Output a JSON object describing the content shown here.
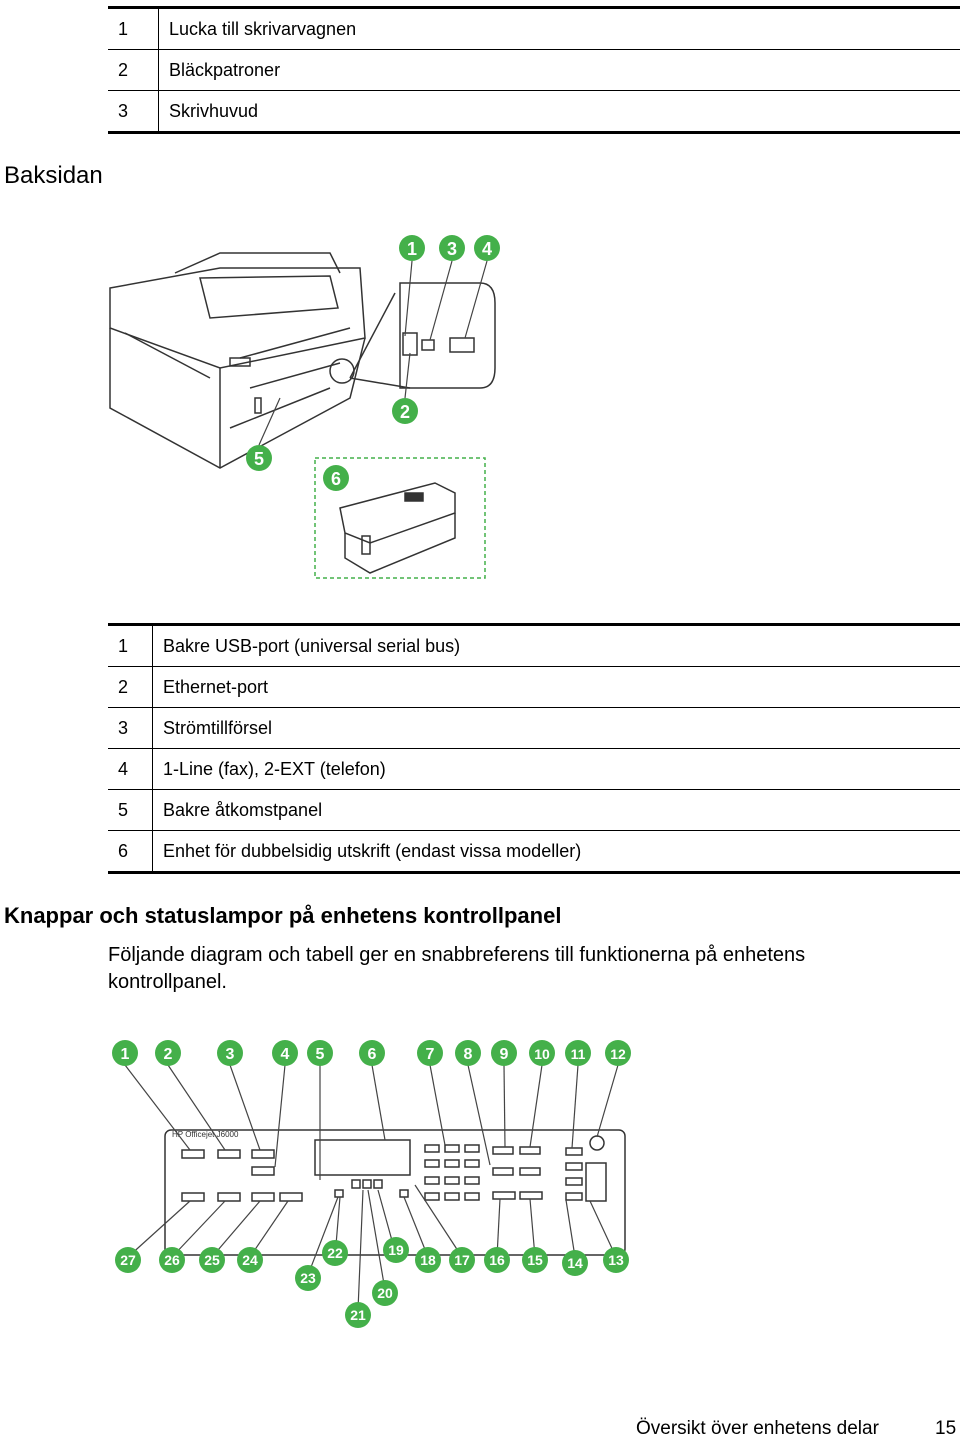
{
  "top_table": {
    "rows": [
      {
        "num": "1",
        "label": "Lucka till skrivarvagnen"
      },
      {
        "num": "2",
        "label": "Bläckpatroner"
      },
      {
        "num": "3",
        "label": "Skrivhuvud"
      }
    ]
  },
  "back_section": {
    "heading": "Baksidan",
    "figure_callouts": [
      "1",
      "3",
      "4",
      "2",
      "5",
      "6"
    ],
    "table": {
      "rows": [
        {
          "num": "1",
          "label": "Bakre USB-port (universal serial bus)"
        },
        {
          "num": "2",
          "label": "Ethernet-port"
        },
        {
          "num": "3",
          "label": "Strömtillförsel"
        },
        {
          "num": "4",
          "label": "1-Line (fax), 2-EXT (telefon)"
        },
        {
          "num": "5",
          "label": "Bakre åtkomstpanel"
        },
        {
          "num": "6",
          "label": "Enhet för dubbelsidig utskrift (endast vissa modeller)"
        }
      ]
    }
  },
  "panel_section": {
    "heading": "Knappar och statuslampor på enhetens kontrollpanel",
    "paragraph": "Följande diagram och tabell ger en snabbreferens till funktionerna på enhetens kontrollpanel.",
    "figure_brand": "HP Officejet J6000",
    "callouts_top": [
      "1",
      "2",
      "3",
      "4",
      "5",
      "6",
      "7",
      "8",
      "9",
      "10",
      "11",
      "12"
    ],
    "callouts_bottom": [
      "27",
      "26",
      "25",
      "24",
      "23",
      "22",
      "21",
      "20",
      "19",
      "18",
      "17",
      "16",
      "15",
      "14",
      "13"
    ]
  },
  "footer": {
    "text": "Översikt över enhetens delar",
    "page": "15"
  },
  "colors": {
    "callout": "#44b04a",
    "ink": "#000000"
  }
}
